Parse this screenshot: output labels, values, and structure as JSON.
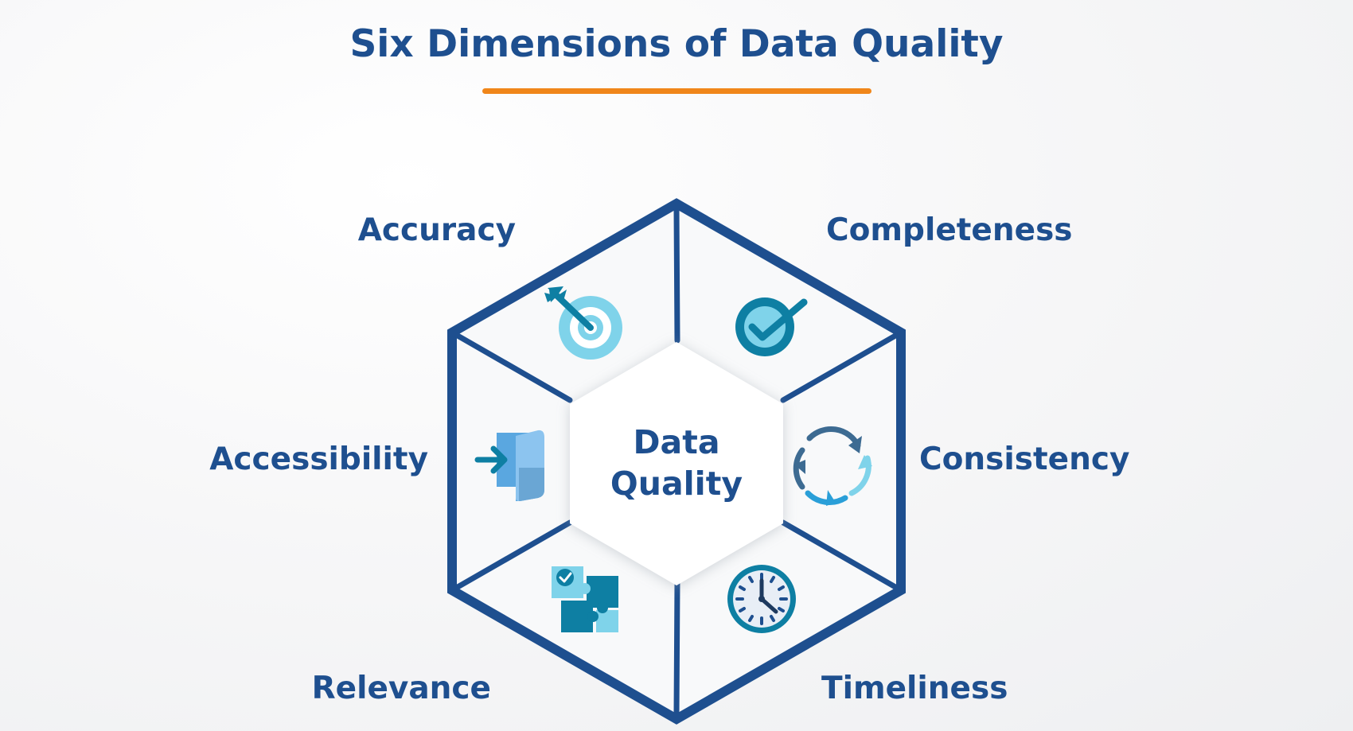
{
  "title": "Six Dimensions of Data Quality",
  "center": {
    "line1": "Data",
    "line2": "Quality"
  },
  "dimensions": [
    {
      "label": "Accuracy",
      "icon": "target-icon"
    },
    {
      "label": "Completeness",
      "icon": "checkmark-circle-icon"
    },
    {
      "label": "Consistency",
      "icon": "refresh-cycle-icon"
    },
    {
      "label": "Timeliness",
      "icon": "clock-icon"
    },
    {
      "label": "Relevance",
      "icon": "puzzle-icon"
    },
    {
      "label": "Accessibility",
      "icon": "login-door-icon"
    }
  ],
  "colors": {
    "primary": "#1e4f8f",
    "accent": "#f0861a",
    "icon_teal": "#0e7fa3",
    "icon_light": "#7fd3ea"
  }
}
